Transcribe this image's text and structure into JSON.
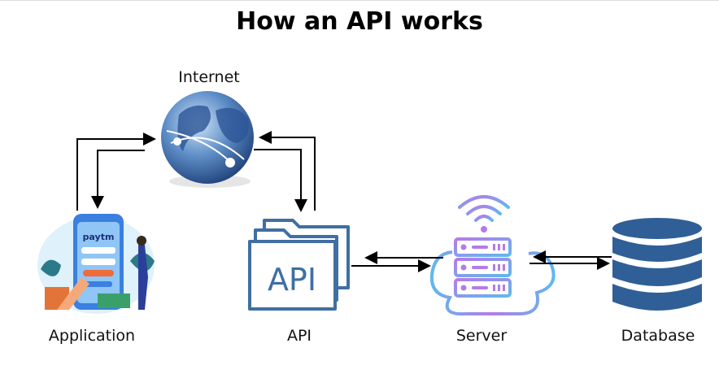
{
  "title": "How an API works",
  "nodes": {
    "internet": {
      "label": "Internet",
      "icon": "globe-icon"
    },
    "application": {
      "label": "Application",
      "icon": "mobile-payment-app-illustration",
      "logo_text": "paytm"
    },
    "api": {
      "label": "API",
      "icon_text": "API",
      "icon": "api-folders-icon"
    },
    "server": {
      "label": "Server",
      "icon": "cloud-server-icon"
    },
    "database": {
      "label": "Database",
      "icon": "database-cylinder-icon"
    }
  },
  "colors": {
    "api_blue": "#3f6fa3",
    "db_blue": "#2f5f96",
    "server_gradient": [
      "#5fb8ee",
      "#b57be8"
    ]
  }
}
